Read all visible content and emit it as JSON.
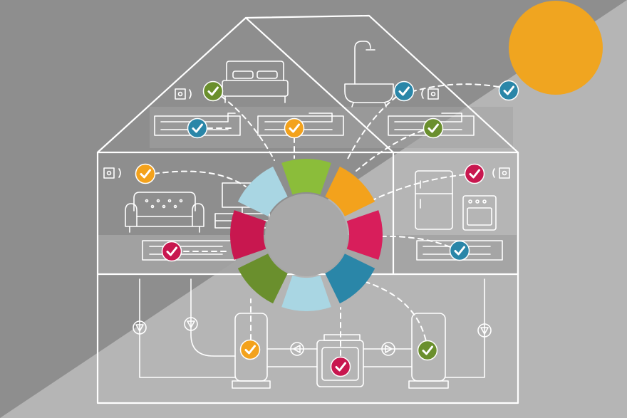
{
  "colors": {
    "background_dark": "#8e8e8e",
    "background_light": "#b9b9b9",
    "floor_band": "#9d9d9d",
    "sun": "#f0a520",
    "green_light": "#8bbd3a",
    "orange": "#f3a21c",
    "magenta": "#d81e5b",
    "teal": "#2a86a8",
    "light_blue": "#a9d6e3",
    "crimson": "#c8174f",
    "green_dark": "#6a8f2d",
    "line": "#ffffff"
  },
  "hub": {
    "segments": [
      {
        "name": "hub-segment-green",
        "color": "green_light"
      },
      {
        "name": "hub-segment-orange",
        "color": "orange"
      },
      {
        "name": "hub-segment-magenta",
        "color": "magenta"
      },
      {
        "name": "hub-segment-teal",
        "color": "teal"
      },
      {
        "name": "hub-segment-light-blue-bottom",
        "color": "light_blue"
      },
      {
        "name": "hub-segment-dark-green",
        "color": "green_dark"
      },
      {
        "name": "hub-segment-crimson",
        "color": "crimson"
      },
      {
        "name": "hub-segment-light-blue-top",
        "color": "light_blue"
      }
    ]
  },
  "status_badges": [
    {
      "name": "bedroom-sensor-status",
      "color": "green_dark",
      "icon": "check-icon"
    },
    {
      "name": "bedroom-heater-left-status",
      "color": "teal",
      "icon": "check-icon"
    },
    {
      "name": "bedroom-heater-right-status",
      "color": "orange",
      "icon": "check-icon"
    },
    {
      "name": "bathroom-sensor-status",
      "color": "teal",
      "icon": "check-icon"
    },
    {
      "name": "bathroom-heater-status",
      "color": "green_dark",
      "icon": "check-icon"
    },
    {
      "name": "sun-sensor-status",
      "color": "teal",
      "icon": "check-icon"
    },
    {
      "name": "living-room-sensor-status",
      "color": "orange",
      "icon": "check-icon"
    },
    {
      "name": "living-room-heater-status",
      "color": "crimson",
      "icon": "check-icon"
    },
    {
      "name": "kitchen-sensor-status",
      "color": "crimson",
      "icon": "check-icon"
    },
    {
      "name": "kitchen-heater-status",
      "color": "teal",
      "icon": "check-icon"
    },
    {
      "name": "boiler-left-status",
      "color": "orange",
      "icon": "check-icon"
    },
    {
      "name": "pump-center-status",
      "color": "crimson",
      "icon": "check-icon"
    },
    {
      "name": "boiler-right-status",
      "color": "green_dark",
      "icon": "check-icon"
    }
  ]
}
